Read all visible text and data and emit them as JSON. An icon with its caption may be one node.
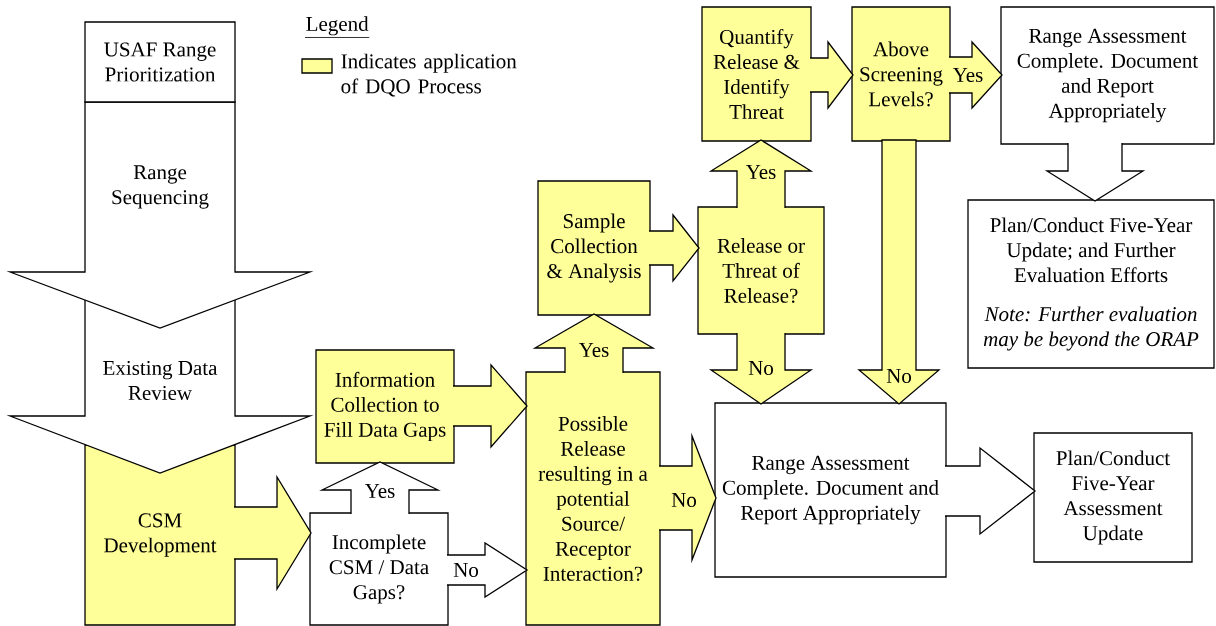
{
  "diagram": {
    "nodes": [
      {
        "text": [
          "USAF Range Prioritization"
        ]
      },
      {
        "text": [
          "Range Sequencing"
        ]
      },
      {
        "text": [
          "Existing Data Review"
        ]
      },
      {
        "text": [
          "CSM Development"
        ]
      },
      {
        "text": [
          "Information Collection to Fill Data Gaps"
        ]
      },
      {
        "text": [
          "Incomplete CSM / Data Gaps?"
        ]
      },
      {
        "text": [
          "Sample Collection & Analysis"
        ]
      },
      {
        "text": [
          "Possible Release resulting in a potential Source/ Receptor Interaction?"
        ]
      },
      {
        "text": [
          "Quantify Release & Identify Threat"
        ]
      },
      {
        "text": [
          "Release or Threat of Release?"
        ]
      },
      {
        "text": [
          "Above Screening Levels?"
        ]
      },
      {
        "text": [
          "Range Assessment Complete. Document and Report Appropriately"
        ]
      },
      {
        "text": [
          "Plan/Conduct Five-Year Update; and Further Evaluation Efforts",
          "Note: Further evaluation may be beyond the ORAP"
        ]
      },
      {
        "text": [
          "Range Assessment Complete. Document and Report Appropriately"
        ]
      },
      {
        "text": [
          "Plan/Conduct Five-Year Assessment Update"
        ]
      }
    ],
    "edges": [
      {
        "from": 3,
        "to": 5,
        "arrow": "to"
      },
      {
        "from": 5,
        "to": 4,
        "arrow": "to",
        "label": "Yes"
      },
      {
        "from": 5,
        "to": 7,
        "arrow": "to",
        "label": "No"
      },
      {
        "from": 4,
        "to": 7,
        "arrow": "to"
      },
      {
        "from": 7,
        "to": 6,
        "arrow": "to",
        "label": "Yes"
      },
      {
        "from": 7,
        "to": 13,
        "arrow": "to",
        "label": "No"
      },
      {
        "from": 6,
        "to": 9,
        "arrow": "to"
      },
      {
        "from": 9,
        "to": 8,
        "arrow": "to",
        "label": "Yes"
      },
      {
        "from": 9,
        "to": 13,
        "arrow": "to",
        "label": "No"
      },
      {
        "from": 8,
        "to": 10,
        "arrow": "to"
      },
      {
        "from": 10,
        "to": 11,
        "arrow": "to",
        "label": "Yes"
      },
      {
        "from": 10,
        "to": 13,
        "arrow": "to",
        "label": "No"
      },
      {
        "from": 11,
        "to": 12,
        "arrow": "to"
      },
      {
        "from": 13,
        "to": 14,
        "arrow": "to"
      }
    ],
    "labels": [
      "Legend"
    ],
    "legend": [
      {
        "text": "Indicates application of DQO Process",
        "color": "#ffff99"
      }
    ]
  }
}
